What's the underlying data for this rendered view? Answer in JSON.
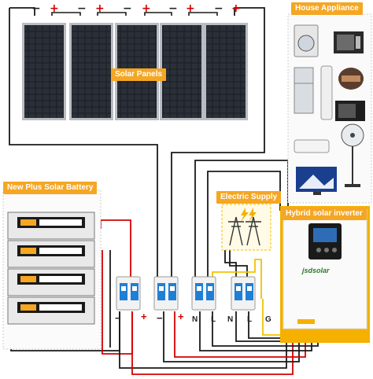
{
  "panel_label": "Solar Panels",
  "battery_label": "New Plus Solar Battery",
  "appliance_label": "House Appliance",
  "supply_label": "Electric Supply",
  "inverter_label": "Hybrid solar inverter",
  "inverter_brand": "jsdsolar",
  "panel_polarity": {
    "neg": "−",
    "pos": "+"
  },
  "breaker_terminals": [
    "−",
    "+",
    "−",
    "+",
    "N",
    "L",
    "N",
    "L",
    "G"
  ],
  "colors": {
    "accent": "#f5a623",
    "wire_red": "#d40000",
    "wire_black": "#1a1a1a",
    "wire_yellow": "#f2c200",
    "inverter_yellow": "#f5b000"
  },
  "appliances": [
    "washing-machine-icon",
    "microwave-oven-icon",
    "refrigerator-icon",
    "air-conditioner-tower-icon",
    "rice-cooker-icon",
    "microwave-icon",
    "wall-air-conditioner-icon",
    "electric-fan-icon",
    "television-icon"
  ]
}
